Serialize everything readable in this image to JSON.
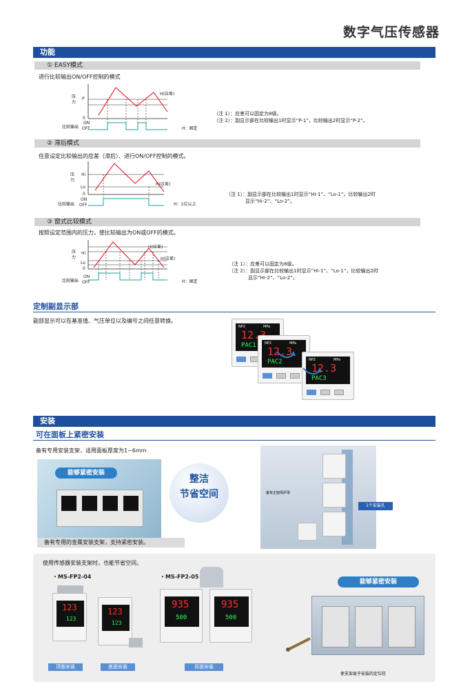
{
  "page": {
    "title": "数字气压传感器"
  },
  "function_section": {
    "heading": "功能",
    "easy": {
      "subheading": "① EASY模式",
      "desc": "进行比较输出ON/OFF控制的模式",
      "axis_label": "压力",
      "p_label": "P",
      "zero": "0",
      "hyst_label": "H(应差)",
      "output_label": "比较输出",
      "on": "ON",
      "off": "OFF",
      "h_fixed": "H：固定",
      "note1": "（注 1）：应差可以固定为8级。",
      "note2": "（注 2）：副显示部在比较输出1时显示“P-1”，比较输出2时显示“P-2”。"
    },
    "hysteresis": {
      "subheading": "② 滞后模式",
      "desc": "任意设定比较输出的应差（滞后）、进行ON/OFF控制的模式。",
      "axis_label": "压力",
      "hi": "Hi",
      "lo": "Lo",
      "zero": "0",
      "hyst_label": "H(应差)",
      "output_label": "比较输出",
      "on": "ON",
      "off": "OFF",
      "h_min": "H：1位以上",
      "note1": "（注 1）：副显示部在比较输出1时显示“Hi-1”、“Lo-1”，比较输出2时",
      "note1b": "显示“Hi-2”、“Lo-2”。"
    },
    "window": {
      "subheading": "③ 窗式比较模式",
      "desc": "按照设定范围内的压力，使比较输出为ON或OFF的模式。",
      "axis_label": "压力",
      "hi": "Hi",
      "lo": "Lo",
      "zero": "0",
      "hyst_label": "H(应差)",
      "output_label": "比较输出",
      "on": "ON",
      "off": "OFF",
      "h_fixed": "H：固定",
      "note1": "（注 1）：应差可以固定为8级。",
      "note2": "（注 2）：副显示部在比较输出1时显示“Hi-1”、“Lo-1”，比较输出2时",
      "note2b": "显示“Hi-2”、“Lo-2”。"
    }
  },
  "custom_display": {
    "heading": "定制副显示部",
    "desc": "副部显示可以在基准值、气压单位以及编号之间任意转换。",
    "screens": [
      {
        "main": "12.3",
        "sub": "PAC1",
        "label_np": "NP2",
        "label_mpa": "MPa"
      },
      {
        "main": "12.3",
        "sub": "PAC2",
        "label_np": "NP2",
        "label_mpa": "MPa"
      },
      {
        "main": "12.3",
        "sub": "PAC3",
        "label_np": "NP2",
        "label_mpa": "MPa"
      }
    ]
  },
  "install_section": {
    "heading": "安装",
    "subheading": "可在面板上紧密安装",
    "desc": "备有专用安装支架，适用面板厚度为1~6mm",
    "banner1": "能够紧密安装",
    "circle_line1": "整洁",
    "circle_line2": "节省空间",
    "caption": "备有专用的金属安装支架，支持紧密安装。",
    "callout_protect": "备有正面保护罩",
    "callout_hole": "1个安装孔",
    "gray_desc": "使用传感器安装支架时，也能节省空间。",
    "model1": "・MS-FP2-04",
    "model2": "・MS-FP2-05",
    "banner2": "能够紧密安装",
    "tag_top": "顶面安装",
    "tag_bottom": "底面安装",
    "tag_back": "背面安装",
    "callout_pin": "使支架易于安装的定位柱",
    "display_values": [
      "123",
      "123",
      "935",
      "935"
    ],
    "display_subs": [
      "123",
      "123",
      "500",
      "500"
    ]
  }
}
